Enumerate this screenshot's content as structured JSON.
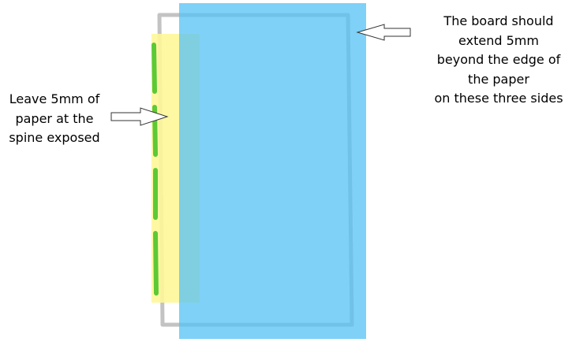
{
  "labels": {
    "spine": [
      "Leave 5mm of",
      "paper at the",
      "spine exposed"
    ],
    "board": [
      "The board should",
      "extend 5mm",
      "beyond the edge of",
      "the paper",
      "on these three sides"
    ]
  },
  "colors": {
    "paper_outline": "#c3c3c3",
    "board_fill": "#54c2f5",
    "spine_strip": "#fff799",
    "stitching": "#5cc936",
    "arrow_outline": "#333333",
    "arrow_fill": "#ffffff",
    "text": "#000000"
  },
  "icons": {
    "spine_arrow": "arrow-right-icon",
    "board_arrow": "arrow-left-icon"
  }
}
